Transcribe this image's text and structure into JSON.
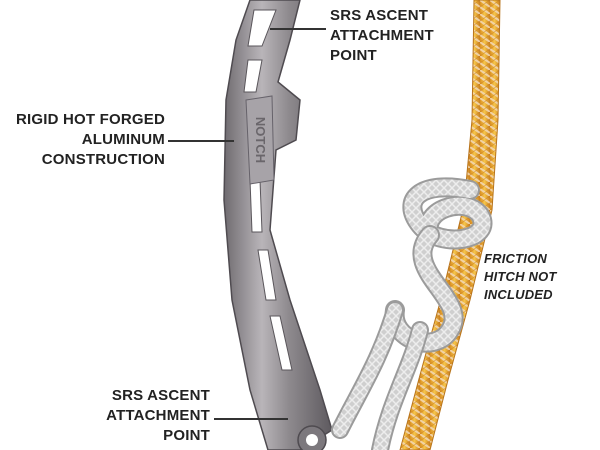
{
  "labels": {
    "top": {
      "line1": "SRS ASCENT",
      "line2": "ATTACHMENT",
      "line3": "POINT"
    },
    "middle": {
      "line1": "RIGID HOT FORGED",
      "line2": "ALUMINUM",
      "line3": "CONSTRUCTION"
    },
    "friction": {
      "line1": "FRICTION",
      "line2": "HITCH NOT",
      "line3": "INCLUDED"
    },
    "bottom": {
      "line1": "SRS ASCENT",
      "line2": "ATTACHMENT",
      "line3": "POINT"
    }
  },
  "product_marking": "NOTCH",
  "colors": {
    "aluminum": "#8e8a8e",
    "aluminum_highlight": "#c9c6c9",
    "rope_yellow": "#f0b02a",
    "rope_cream": "#f3dcc0",
    "rope_orange": "#e58f3a",
    "cord_grey": "#c8c8c8",
    "label_text": "#222222"
  },
  "icons": {
    "device": "forged-aluminum-ascender-device",
    "rope": "climbing-rope",
    "hitch": "friction-hitch-cord"
  }
}
